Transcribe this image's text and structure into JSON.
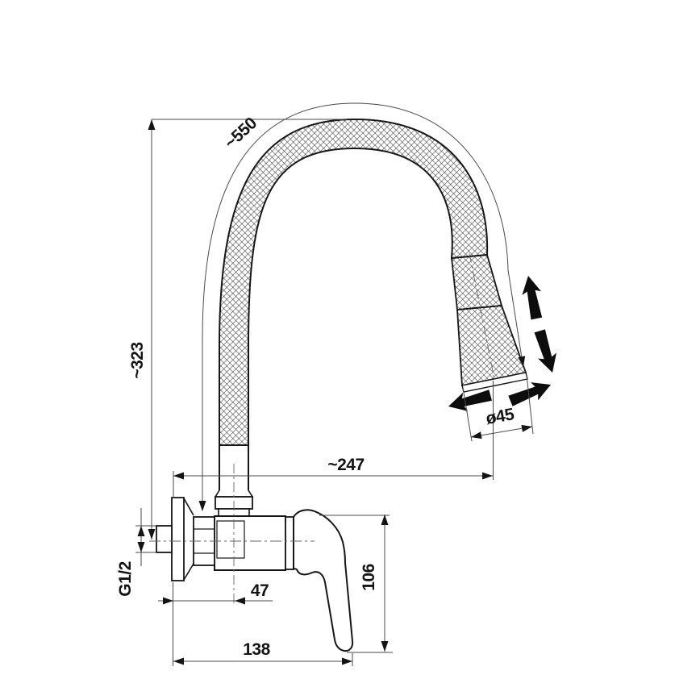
{
  "drawing": {
    "type": "technical-drawing",
    "subject": "Wall-mounted kitchen mixer tap with flexible pull-down gooseneck spout",
    "units": "mm",
    "labels": {
      "hose_length": "~550",
      "height": "~323",
      "reach": "~247",
      "spray_diameter": "ø45",
      "thread": "G1/2",
      "wall_to_axis": "47",
      "depth": "138",
      "handle_height": "106"
    },
    "colors": {
      "line": "#161616",
      "thin_line": "#4a4a4a",
      "hatch": "#3f3f3f",
      "background": "#ffffff"
    }
  }
}
